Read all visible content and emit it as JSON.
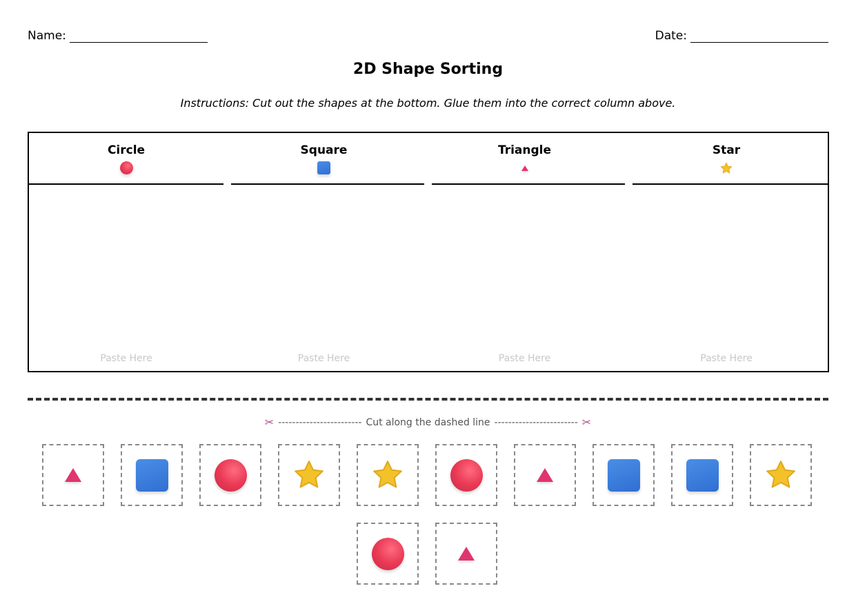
{
  "header": {
    "name_label": "Name:",
    "date_label": "Date:"
  },
  "title": "2D Shape Sorting",
  "instructions": "Instructions: Cut out the shapes at the bottom. Glue them into the correct column above.",
  "columns": [
    {
      "label": "Circle",
      "icon": "circle-icon",
      "paste": "Paste Here"
    },
    {
      "label": "Square",
      "icon": "square-icon",
      "paste": "Paste Here"
    },
    {
      "label": "Triangle",
      "icon": "triangle-icon",
      "paste": "Paste Here"
    },
    {
      "label": "Star",
      "icon": "star-icon",
      "paste": "Paste Here"
    }
  ],
  "cut_note": {
    "text": "Cut along the dashed line",
    "left_dashes": "------------------------",
    "right_dashes": "------------------------",
    "icon": "scissors-icon"
  },
  "cards": [
    {
      "shape": "triangle"
    },
    {
      "shape": "square"
    },
    {
      "shape": "circle"
    },
    {
      "shape": "star"
    },
    {
      "shape": "star"
    },
    {
      "shape": "circle"
    },
    {
      "shape": "triangle"
    },
    {
      "shape": "square"
    },
    {
      "shape": "square"
    },
    {
      "shape": "star"
    },
    {
      "shape": "circle"
    },
    {
      "shape": "triangle"
    }
  ],
  "colors": {
    "circle": "#ea3a56",
    "square": "#2f6fd2",
    "triangle": "#e0356f",
    "star": "#f3c22b",
    "paste_text": "#c8c8c8",
    "card_border": "#888888"
  }
}
